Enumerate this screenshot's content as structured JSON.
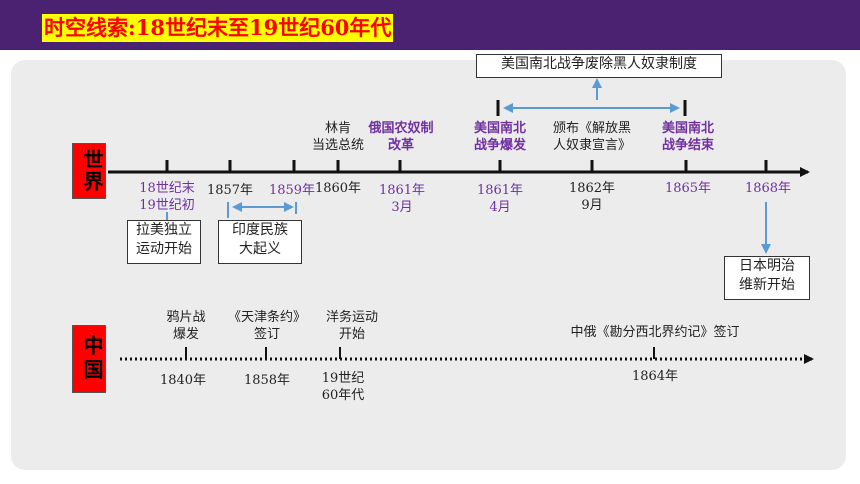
{
  "title": "时空线索:18世纪末至19世纪60年代",
  "world": {
    "label": "世界",
    "events_above": [
      {
        "text": "林肯\n当选总统",
        "color": "dark"
      },
      {
        "text": "俄国农奴制\n改革",
        "color": "purple"
      },
      {
        "text": "美国南北\n战争爆发",
        "color": "purple"
      },
      {
        "text": "颁布《解放黑\n人奴隶宣言》",
        "color": "dark"
      },
      {
        "text": "美国南北\n战争结束",
        "color": "purple"
      }
    ],
    "dates": [
      {
        "text": "18世纪末\n19世纪初",
        "color": "purple"
      },
      {
        "text": "1857年",
        "color": "dark"
      },
      {
        "text": "1859年",
        "color": "purple"
      },
      {
        "text": "1860年",
        "color": "dark"
      },
      {
        "text": "1861年\n3月",
        "color": "purple"
      },
      {
        "text": "1861年\n4月",
        "color": "purple"
      },
      {
        "text": "1862年\n9月",
        "color": "dark"
      },
      {
        "text": "1865年",
        "color": "purple"
      },
      {
        "text": "1868年",
        "color": "purple"
      }
    ],
    "boxes": {
      "abolition": "美国南北战争废除黑人奴隶制度",
      "latin_america": "拉美独立\n运动开始",
      "india": "印度民族\n大起义",
      "meiji": "日本明治\n维新开始"
    }
  },
  "china": {
    "label": "中国",
    "events_above": [
      {
        "text": "鸦片战\n爆发"
      },
      {
        "text": "《天津条约》\n签订"
      },
      {
        "text": "洋务运动\n开始"
      },
      {
        "text": "中俄《勘分西北界约记》签订"
      }
    ],
    "dates": [
      {
        "text": "1840年"
      },
      {
        "text": "1858年"
      },
      {
        "text": "19世纪\n60年代"
      },
      {
        "text": "1864年"
      }
    ]
  },
  "colors": {
    "purple": "#7030a0",
    "dark": "#222222",
    "blue": "#5b9bd5",
    "red": "#ff0000",
    "header": "#4b2172"
  }
}
